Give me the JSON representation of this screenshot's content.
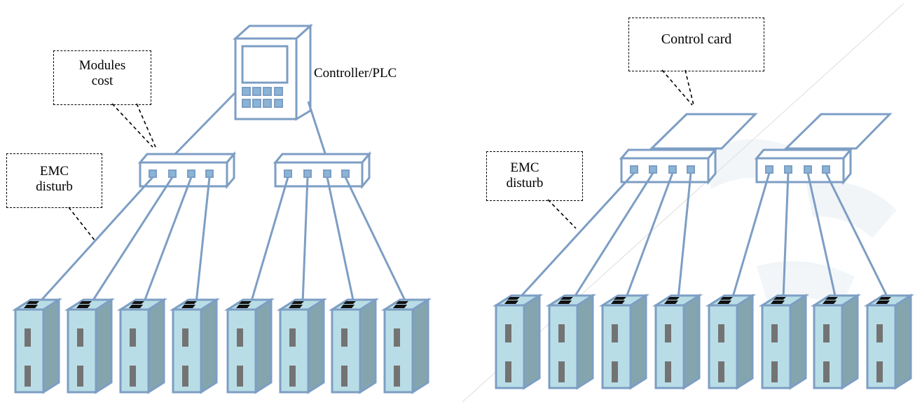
{
  "left_panel": {
    "controller_label": "Controller/PLC",
    "modules_cost_label_line1": "Modules",
    "modules_cost_label_line2": "cost",
    "emc_label_line1": "EMC",
    "emc_label_line2": "disturb"
  },
  "right_panel": {
    "control_card_label": "Control card",
    "emc_label_line1": "EMC",
    "emc_label_line2": "disturb"
  },
  "colors": {
    "stroke": "#7d9ec4",
    "device_front": "#b9dde6",
    "device_side": "#85a5ae",
    "device_slot": "#737373",
    "port": "#8ab4d6"
  }
}
